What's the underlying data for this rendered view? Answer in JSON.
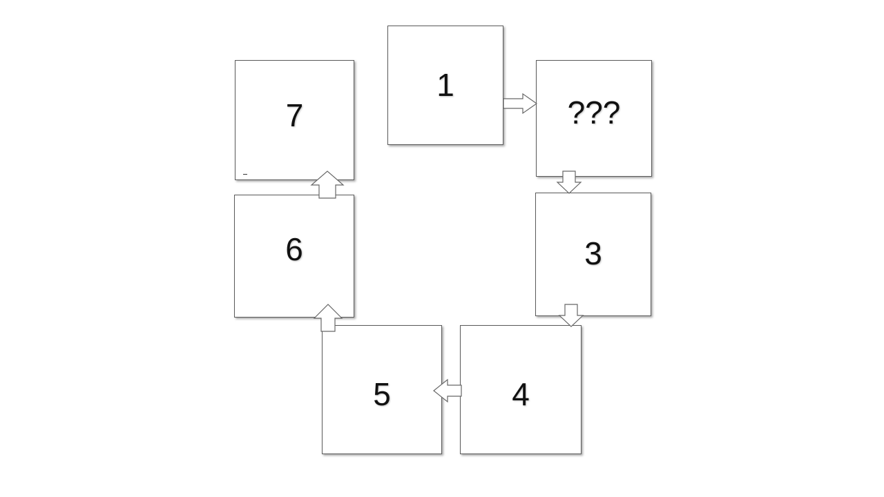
{
  "diagram": {
    "boxes": [
      {
        "id": "1",
        "label": "1"
      },
      {
        "id": "2",
        "label": "???"
      },
      {
        "id": "3",
        "label": "3"
      },
      {
        "id": "4",
        "label": "4"
      },
      {
        "id": "5",
        "label": "5"
      },
      {
        "id": "6",
        "label": "6"
      },
      {
        "id": "7",
        "label": "7"
      }
    ],
    "flow": [
      {
        "from": "1",
        "to": "2",
        "direction": "right"
      },
      {
        "from": "2",
        "to": "3",
        "direction": "down"
      },
      {
        "from": "3",
        "to": "4",
        "direction": "down"
      },
      {
        "from": "4",
        "to": "5",
        "direction": "left"
      },
      {
        "from": "5",
        "to": "6",
        "direction": "up"
      },
      {
        "from": "6",
        "to": "7",
        "direction": "up"
      }
    ],
    "colors": {
      "border": "#5a5a5a",
      "arrow_fill": "#ffffff",
      "arrow_stroke": "#666666",
      "text": "#111111"
    }
  }
}
